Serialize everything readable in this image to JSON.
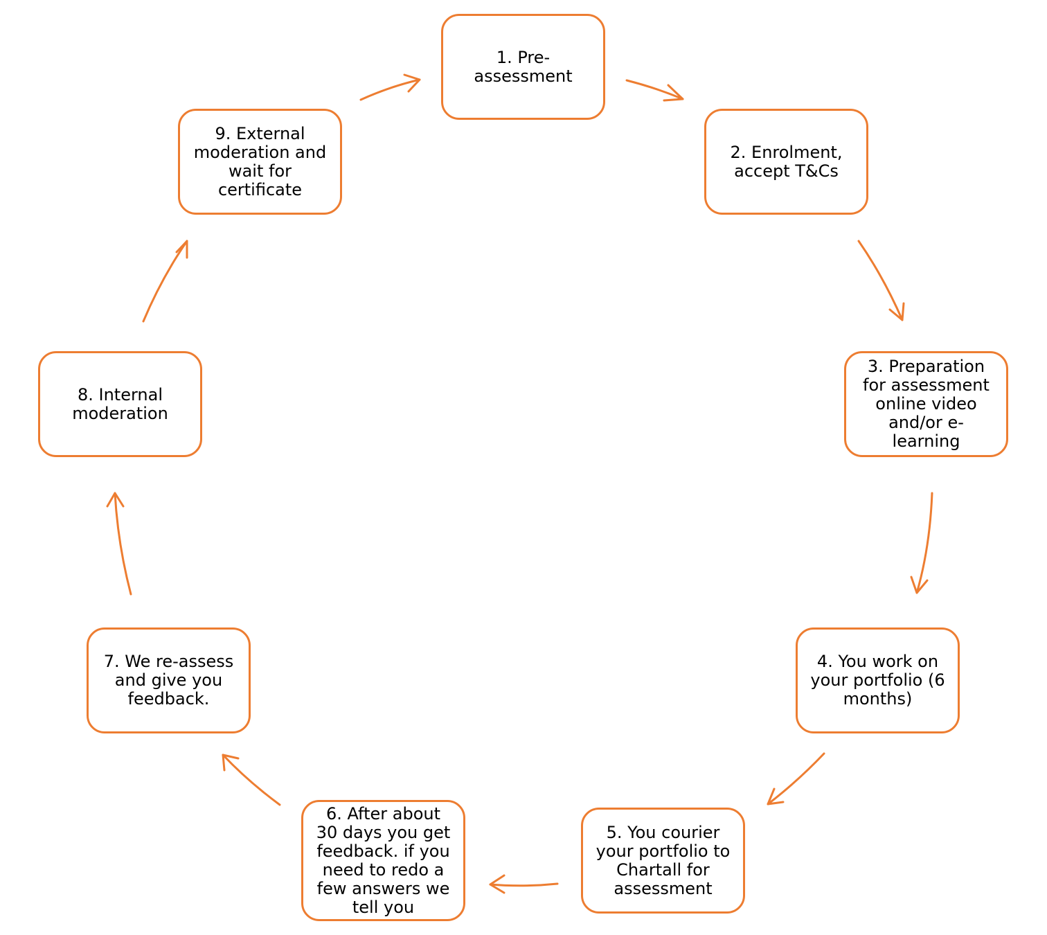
{
  "diagram": {
    "accent_color": "#ED7D31",
    "steps": [
      {
        "id": "1",
        "label": "1. Pre-\nassessment"
      },
      {
        "id": "2",
        "label": "2. Enrolment,\naccept T&Cs"
      },
      {
        "id": "3",
        "label": "3. Preparation\nfor assessment\nonline video\nand/or e-\nlearning"
      },
      {
        "id": "4",
        "label": "4. You work on\nyour portfolio (6\nmonths)"
      },
      {
        "id": "5",
        "label": "5. You courier\nyour portfolio to\nChartall for\nassessment"
      },
      {
        "id": "6",
        "label": "6. After about\n30 days you get\nfeedback.  if you\nneed to redo a\nfew answers we\ntell you"
      },
      {
        "id": "7",
        "label": "7. We re-assess\nand give you\nfeedback."
      },
      {
        "id": "8",
        "label": "8. Internal\nmoderation"
      },
      {
        "id": "9",
        "label": "9. External\nmoderation and\nwait for\ncertificate"
      }
    ],
    "arrows": [
      {
        "from": "1",
        "to": "2"
      },
      {
        "from": "2",
        "to": "3"
      },
      {
        "from": "3",
        "to": "4"
      },
      {
        "from": "4",
        "to": "5"
      },
      {
        "from": "5",
        "to": "6"
      },
      {
        "from": "6",
        "to": "7"
      },
      {
        "from": "7",
        "to": "8"
      },
      {
        "from": "8",
        "to": "9"
      },
      {
        "from": "9",
        "to": "1"
      }
    ]
  }
}
